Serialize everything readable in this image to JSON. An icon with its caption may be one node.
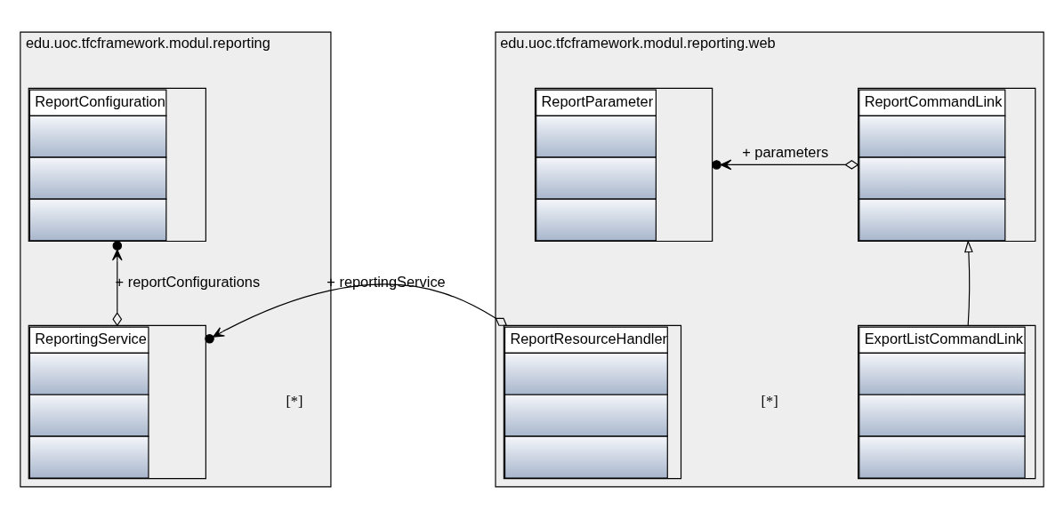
{
  "diagram": {
    "nodes": [
      {
        "text": [
          "edu.uoc.tfcframework.modul.reporting"
        ]
      },
      {
        "text": [
          "ReportConfiguration"
        ],
        "in": 0
      },
      {
        "text": [
          "ReportingService"
        ],
        "in": 0
      },
      {
        "text": [
          "edu.uoc.tfcframework.modul.reporting.web"
        ]
      },
      {
        "text": [
          "ReportParameter"
        ],
        "in": 3
      },
      {
        "text": [
          "ReportCommandLink"
        ],
        "in": 3
      },
      {
        "text": [
          "ReportResourceHandler"
        ],
        "in": 3
      },
      {
        "text": [
          "ExportListCommandLink"
        ],
        "in": 3
      }
    ],
    "edges": [
      {
        "from": 2,
        "to": 1,
        "arrow": "to",
        "label": "+ reportConfigurations"
      },
      {
        "from": 5,
        "to": 4,
        "arrow": "to",
        "label": "+ parameters"
      },
      {
        "from": 6,
        "to": 2,
        "arrow": "to",
        "label": "+ reportingService"
      },
      {
        "from": 7,
        "to": 5,
        "arrow": "to"
      }
    ],
    "labels": [
      "[*]",
      "[*]"
    ]
  }
}
